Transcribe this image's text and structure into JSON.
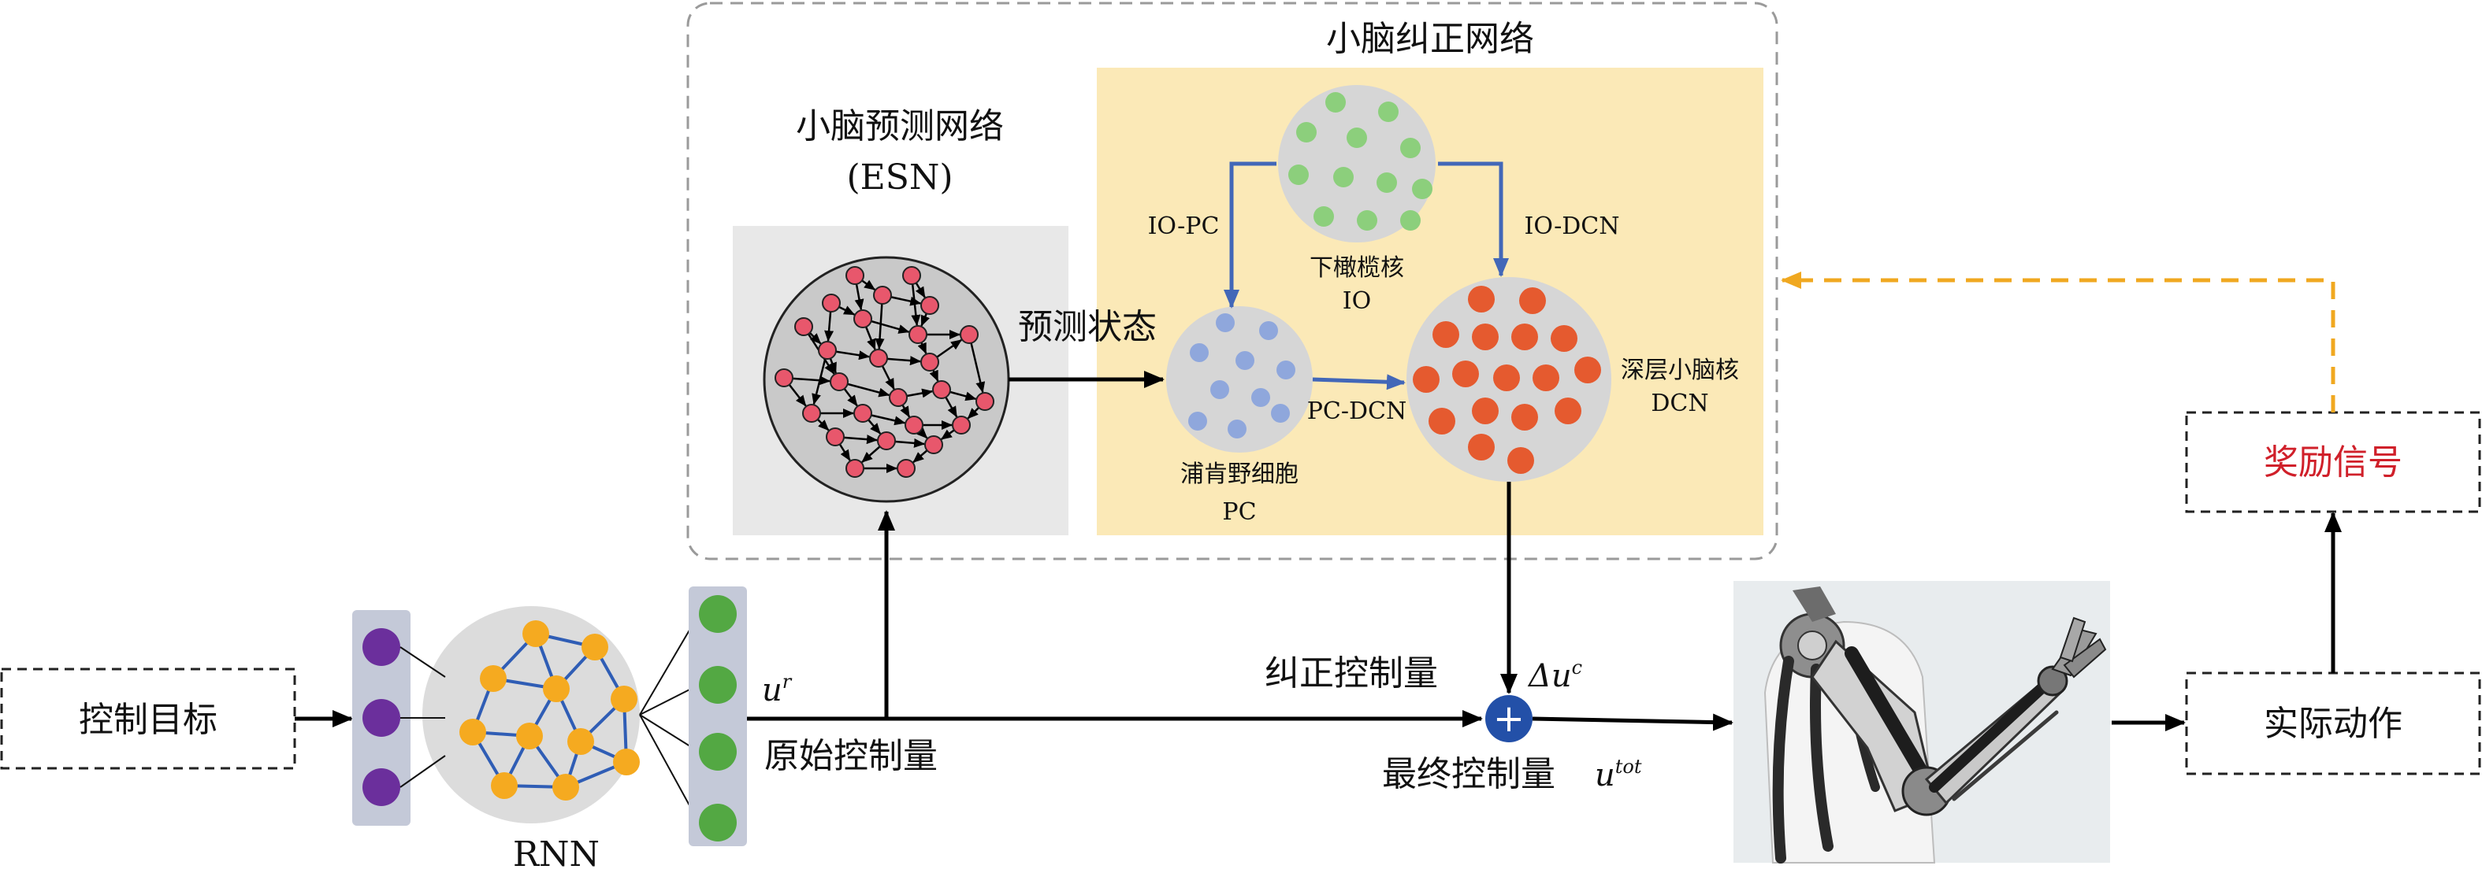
{
  "title_correction_network": "小脑纠正网络",
  "prediction_network": {
    "line1": "小脑预测网络",
    "line2": "(ESN)"
  },
  "predicted_state": "预测状态",
  "io": {
    "label_cn": "下橄榄核",
    "label_en": "IO"
  },
  "pc": {
    "label_cn": "浦肯野细胞",
    "label_en": "PC"
  },
  "dcn": {
    "label_cn": "深层小脑核",
    "label_en": "DCN"
  },
  "connections": {
    "io_pc": "IO-PC",
    "io_dcn": "IO-DCN",
    "pc_dcn": "PC-DCN"
  },
  "control_target": "控制目标",
  "rnn_label": "RNN",
  "raw_control": {
    "label": "原始控制量",
    "symbol": "u",
    "sup": "r"
  },
  "correction_control": {
    "label": "纠正控制量",
    "symbol": "Δu",
    "sup": "c"
  },
  "final_control": {
    "label": "最终控制量",
    "symbol": "u",
    "sup": "tot"
  },
  "adder_symbol": "+",
  "actual_action": "实际动作",
  "reward_signal": "奖励信号",
  "colors": {
    "esn_bg": "#e8e8e8",
    "correction_bg": "#fbe9b7",
    "esn_node": "#e8576c",
    "io_node": "#8ccf7c",
    "pc_node": "#8fa7dc",
    "dcn_node": "#e55a2f",
    "rnn_node": "#f5aa20",
    "input_node": "#6b2f9c",
    "output_node": "#53a843",
    "blue_arrow": "#4267b8",
    "reward_arrow": "#f0a820",
    "adder": "#2350a8"
  }
}
